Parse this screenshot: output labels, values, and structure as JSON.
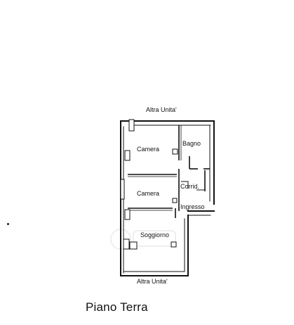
{
  "plan": {
    "top_neighbor": "Altra Unita'",
    "bottom_neighbor": "Altra Unita'",
    "floor_title": "Piano Terra",
    "rooms": {
      "camera_1": "Camera",
      "bagno": "Bagno",
      "camera_2": "Camera",
      "corridoio": "Corrid.",
      "ingresso": "Ingresso",
      "soggiorno": "Soggiorno"
    }
  }
}
